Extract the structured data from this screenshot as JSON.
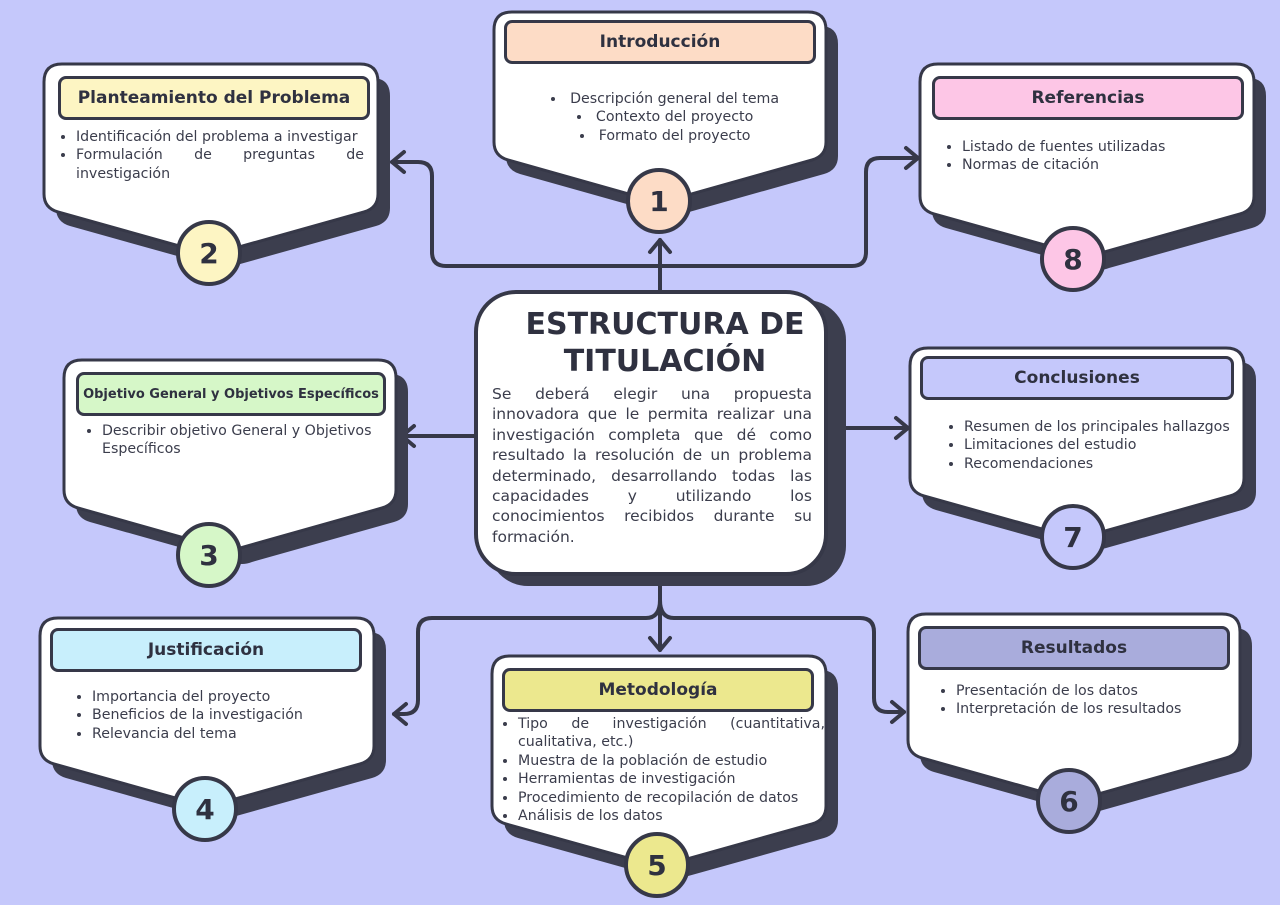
{
  "center": {
    "title_line1": "ESTRUCTURA DE",
    "title_line2": "TITULACIÓN",
    "body": "Se deberá elegir una propuesta innovadora que le permita realizar una investigación completa que dé como resultado la resolución de un problema determinado, desarrollando todas las capacidades y utilizando los conocimientos recibidos durante su formación."
  },
  "sections": [
    {
      "id": "introduccion",
      "number": "1",
      "title": "Introducción",
      "color": "#fddcc6",
      "items": [
        "Descripción general del tema",
        "Contexto del proyecto",
        "Formato del proyecto"
      ]
    },
    {
      "id": "planteamiento",
      "number": "2",
      "title": "Planteamiento del Problema",
      "color": "#fdf5c3",
      "items": [
        "Identificación del problema a investigar",
        "Formulación de preguntas de investigación"
      ]
    },
    {
      "id": "objetivos",
      "number": "3",
      "title": "Objetivo General y Objetivos Específicos",
      "color": "#d6f7c8",
      "items": [
        "Describir objetivo General y Objetivos Específicos"
      ]
    },
    {
      "id": "justificacion",
      "number": "4",
      "title": "Justificación",
      "color": "#c8effc",
      "items": [
        "Importancia del proyecto",
        "Beneficios de la investigación",
        "Relevancia del tema"
      ]
    },
    {
      "id": "metodologia",
      "number": "5",
      "title": "Metodología",
      "color": "#ece88e",
      "items": [
        "Tipo de investigación (cuantitativa, cualitativa, etc.)",
        "Muestra de la población de estudio",
        "Herramientas de investigación",
        "Procedimiento de recopilación de datos",
        "Análisis de los datos"
      ]
    },
    {
      "id": "resultados",
      "number": "6",
      "title": "Resultados",
      "color": "#a9acdc",
      "items": [
        "Presentación de los datos",
        "Interpretación de los resultados"
      ]
    },
    {
      "id": "conclusiones",
      "number": "7",
      "title": "Conclusiones",
      "color": "#c5c8fb",
      "items": [
        "Resumen de los principales hallazgos",
        "Limitaciones del estudio",
        "Recomendaciones"
      ]
    },
    {
      "id": "referencias",
      "number": "8",
      "title": "Referencias",
      "color": "#fdc6e6",
      "items": [
        "Listado de fuentes utilizadas",
        "Normas de citación"
      ]
    }
  ],
  "colors": {
    "background": "#c5c8fb",
    "outline": "#363848",
    "shadow": "#3c3e4e",
    "panel": "#ffffff"
  }
}
